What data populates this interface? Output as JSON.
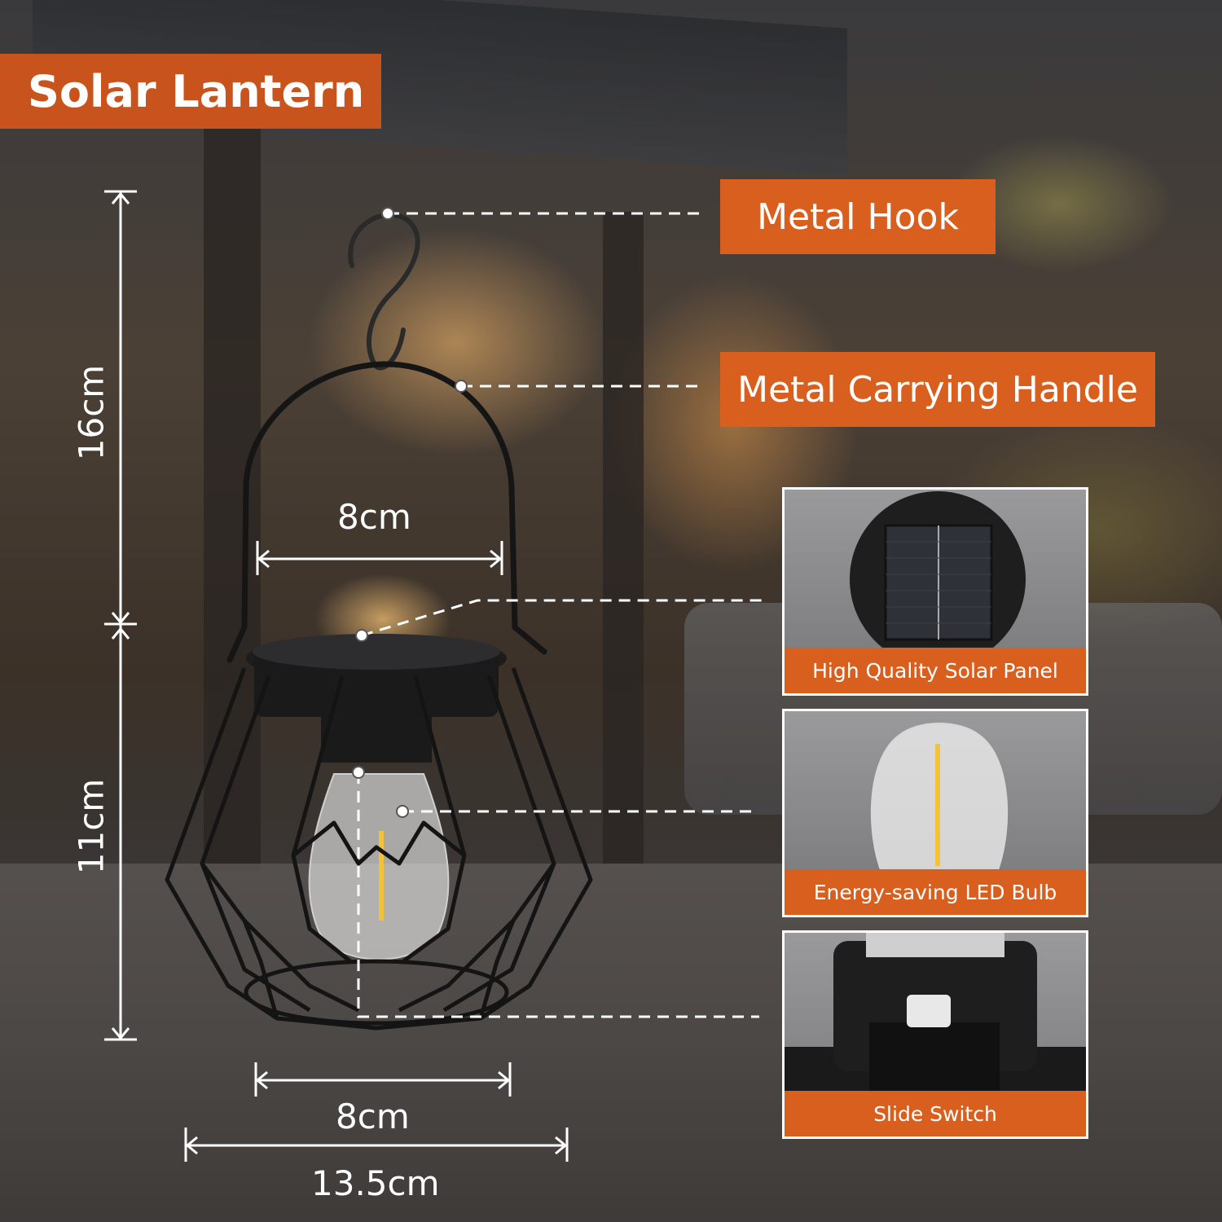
{
  "title": "Solar Lantern",
  "callouts": {
    "hook": "Metal Hook",
    "handle": "Metal Carrying Handle"
  },
  "dimensions": {
    "total_height": "16cm",
    "body_height": "11cm",
    "top_width": "8cm",
    "bottom_width": "8cm",
    "overall_width": "13.5cm"
  },
  "features": [
    {
      "label": "High Quality Solar Panel",
      "icon": "solar-panel-icon"
    },
    {
      "label": "Energy-saving LED Bulb",
      "icon": "led-bulb-icon"
    },
    {
      "label": "Slide Switch",
      "icon": "slide-switch-icon"
    }
  ],
  "colors": {
    "accent": "#d95f1f",
    "title_bg": "#c9531c",
    "text": "#ffffff",
    "lantern": "#151515"
  }
}
